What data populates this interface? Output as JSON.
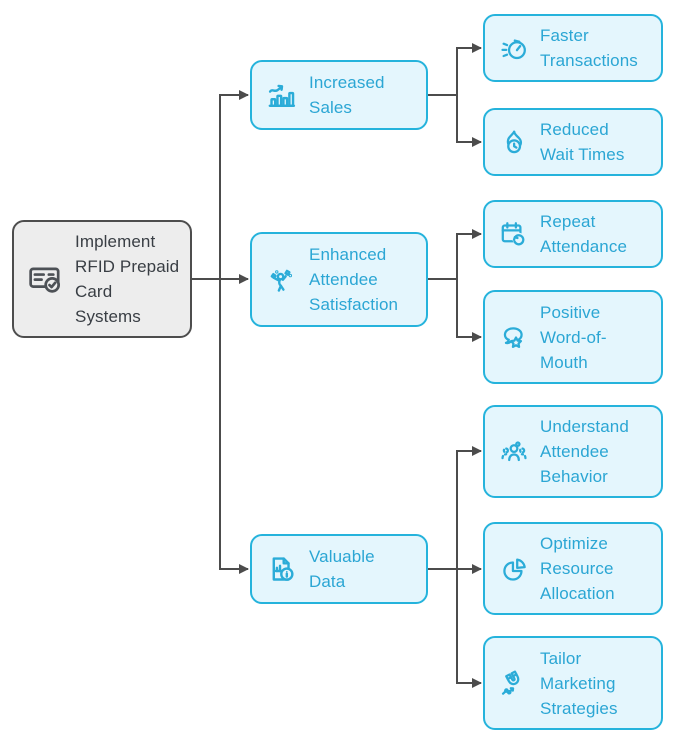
{
  "diagram": {
    "root": {
      "label": "Implement\nRFID Prepaid\nCard\nSystems",
      "icon": "prepaid-card-check-icon"
    },
    "branches": [
      {
        "label": "Increased\nSales",
        "icon": "sales-growth-chart-icon",
        "children": [
          {
            "label": "Faster\nTransactions",
            "icon": "speed-stopwatch-icon"
          },
          {
            "label": "Reduced\nWait Times",
            "icon": "burning-time-clock-icon"
          }
        ]
      },
      {
        "label": "Enhanced\nAttendee\nSatisfaction",
        "icon": "celebrating-person-icon",
        "children": [
          {
            "label": "Repeat\nAttendance",
            "icon": "calendar-repeat-icon"
          },
          {
            "label": "Positive\nWord-of-\nMouth",
            "icon": "speech-bubble-star-icon"
          }
        ]
      },
      {
        "label": "Valuable\nData",
        "icon": "data-document-info-icon",
        "children": [
          {
            "label": "Understand\nAttendee\nBehavior",
            "icon": "attendee-group-icon"
          },
          {
            "label": "Optimize\nResource\nAllocation",
            "icon": "pie-chart-icon"
          },
          {
            "label": "Tailor\nMarketing\nStrategies",
            "icon": "magnet-chart-icon"
          }
        ]
      }
    ]
  },
  "colors": {
    "accent_border": "#25b3dc",
    "accent_text": "#2ba6d4",
    "accent_icon": "#2bacd8",
    "node_fill": "#e4f6fd",
    "root_fill": "#ededed",
    "root_border": "#4d4d4d",
    "root_text": "#393e44",
    "connector": "#4c4c4c",
    "background": "#ffffff"
  }
}
